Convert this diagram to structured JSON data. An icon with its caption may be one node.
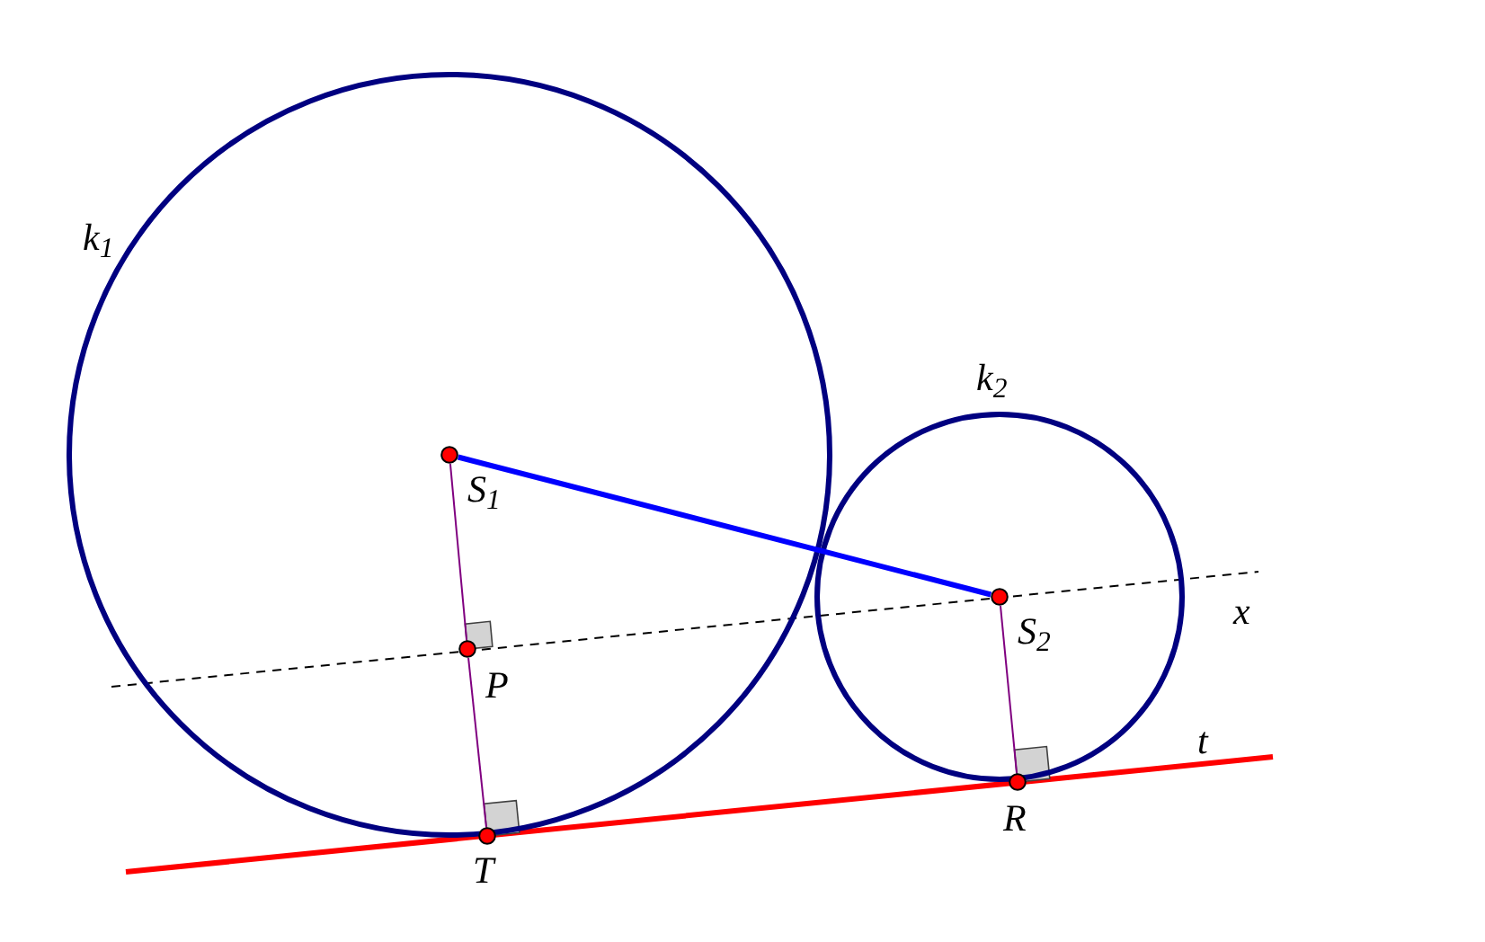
{
  "diagram": {
    "nodes": [
      {
        "text": [
          "k$_{1}$"
        ]
      },
      {
        "text": [
          "k$_{2}$"
        ]
      },
      {
        "text": [
          "S$_{1}$"
        ],
        "in": 0
      },
      {
        "text": [
          "P"
        ],
        "in": 0
      },
      {
        "text": [
          "T"
        ]
      },
      {
        "text": [
          "S$_{2}$"
        ],
        "in": 1
      },
      {
        "text": [
          "R"
        ]
      }
    ],
    "edges": [
      {
        "from": 2,
        "to": 5,
        "arrow": "none",
        "style": "thick",
        "color": "#0000ff"
      },
      {
        "from": 2,
        "to": 3,
        "arrow": "none"
      },
      {
        "from": 3,
        "to": 4,
        "arrow": "none"
      },
      {
        "from": 5,
        "to": 6,
        "arrow": "none"
      }
    ],
    "labels": [
      "t",
      "x"
    ]
  }
}
